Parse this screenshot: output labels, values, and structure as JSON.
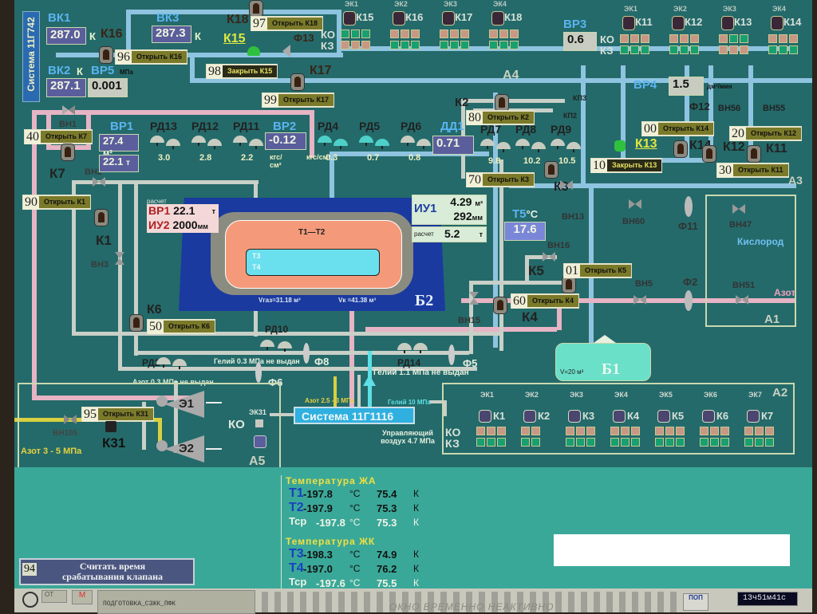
{
  "system_left": "Система 11Г742",
  "system_center": "Система 11Г1116",
  "sensors": {
    "vk1": {
      "label": "ВК1",
      "value": "287.0",
      "unit": "К"
    },
    "vk2": {
      "label": "ВК2",
      "value": "287.1",
      "unit": "К"
    },
    "vk3": {
      "label": "ВК3",
      "value": "287.3",
      "unit": "К"
    },
    "vr5": {
      "label": "ВР5",
      "value": "0.001",
      "unit": "МПа"
    },
    "vr3": {
      "label": "ВР3",
      "value": "0.6",
      "unit": "дм³/мин"
    },
    "vr4": {
      "label": "ВР4",
      "value": "1.5",
      "unit": "дм³/мин"
    },
    "vr1": {
      "label": "ВР1",
      "value_volume": "27.4",
      "unit_volume": "м³",
      "value_mass": "22.1",
      "unit_mass": "т"
    },
    "vr2": {
      "label": "ВР2",
      "value": "-0.12",
      "unit": "кгс/см²"
    },
    "dd1": {
      "label": "ДД1",
      "value": "0.71"
    },
    "t5": {
      "label": "Т5",
      "unit": "°С",
      "value": "17.6"
    }
  },
  "regulators_left": {
    "labels": [
      "РД13",
      "РД12",
      "РД11"
    ],
    "values": [
      "3.0",
      "2.8",
      "2.2"
    ],
    "unit": "кгс/см²"
  },
  "regulators_mid": {
    "labels": [
      "РД4",
      "РД5",
      "РД6"
    ],
    "values": [
      "0.3",
      "0.7",
      "0.8"
    ],
    "unit": "кгс/см²"
  },
  "regulators_right": {
    "labels": [
      "РД7",
      "РД8",
      "РД9"
    ],
    "values": [
      "9.8",
      "10.2",
      "10.5"
    ]
  },
  "tank_b2": {
    "name": "Б2",
    "calc_left_tag": "расчет",
    "vr1_label": "ВР1",
    "vr1_value": "22.1",
    "vr1_unit": "т",
    "iu2_label": "ИУ2",
    "iu2_value": "2000",
    "iu2_unit": "мм",
    "iu1_label": "ИУ1",
    "iu1_volume": "4.29",
    "iu1_volume_unit": "м³",
    "iu1_level": "292",
    "iu1_level_unit": "мм",
    "calc_right_tag": "расчет",
    "calc_right_value": "5.2",
    "calc_right_unit": "т",
    "t1t2": "Т1—Т2",
    "t3": "Т3",
    "t4": "Т4",
    "vgas": "Vгаз=31.18 м³",
    "vk": "Vк =41.38 м³"
  },
  "tank_b1": {
    "name": "Б1",
    "volume": "V=20 м³"
  },
  "commands": [
    {
      "num": "96",
      "action": "Открыть К16"
    },
    {
      "num": "97",
      "action": "Открыть К18"
    },
    {
      "num": "98",
      "action": "Закрыть К15"
    },
    {
      "num": "99",
      "action": "Открыть К17"
    },
    {
      "num": "40",
      "action": "Открыть К7"
    },
    {
      "num": "90",
      "action": "Открыть К1"
    },
    {
      "num": "80",
      "action": "Открыть К2"
    },
    {
      "num": "70",
      "action": "Открыть К3"
    },
    {
      "num": "00",
      "action": "Открыть К14"
    },
    {
      "num": "20",
      "action": "Открыть К12"
    },
    {
      "num": "10",
      "action": "Закрыть К13"
    },
    {
      "num": "30",
      "action": "Открыть К11"
    },
    {
      "num": "01",
      "action": "Открыть К5"
    },
    {
      "num": "60",
      "action": "Открыть К4"
    },
    {
      "num": "50",
      "action": "Открыть К6"
    },
    {
      "num": "95",
      "action": "Открыть К31"
    }
  ],
  "valve_labels": {
    "k16": "К16",
    "k18": "К18",
    "k15": "К15",
    "k17": "К17",
    "f13": "Ф13",
    "k7": "К7",
    "k1": "К1",
    "k6": "К6",
    "k2": "К2",
    "k3": "К3",
    "k4": "К4",
    "k5": "К5",
    "k13": "К13",
    "k14": "К14",
    "k12": "К12",
    "k11": "К11",
    "k31": "К31",
    "vn1": "ВН1",
    "vn2": "ВН2",
    "vn3": "ВН3",
    "vn13": "ВН13",
    "vn15": "ВН15",
    "vn16": "ВН16",
    "vn5": "ВН5",
    "vn60": "ВН60",
    "vn47": "ВН47",
    "vn51": "ВН51",
    "vn55": "ВН55",
    "vn56": "ВН56",
    "vn105": "ВН105",
    "f2": "Ф2",
    "f5": "Ф5",
    "f6": "Ф6",
    "f8": "Ф8",
    "f11": "Ф11",
    "f12": "Ф12",
    "rd2": "РД2",
    "rd10": "РД10",
    "rd14": "РД14",
    "kp2": "КП2",
    "kp3": "КП3",
    "e1": "Э1",
    "e2": "Э2"
  },
  "areas": {
    "a1": "А1",
    "a2": "А2",
    "a3": "А3",
    "a4": "А4",
    "a5": "А5"
  },
  "lines": {
    "oxygen": "Кислород",
    "nitrogen": "Азот",
    "helium_03": "Гелий 0.3 МПа не выдан",
    "helium_11": "Гелий 1.1 МПа не выдан",
    "nitrogen_03": "Азот 0.3 МПа не выдан",
    "nitrogen_25": "Азот 2.5 - 3 МПа",
    "helium_10": "Гелий 10 МПа",
    "control_air": "Управляющий воздух 4.7 МПа",
    "nitrogen_35": "Азот 3 - 5 МПа"
  },
  "ek_top_left": {
    "groups": [
      {
        "ek": "ЭК1",
        "k": "К15",
        "ko": [
          "g",
          "g",
          "g"
        ],
        "kz": [
          "p",
          "p",
          "p"
        ]
      },
      {
        "ek": "ЭК2",
        "k": "К16",
        "ko": [
          "p",
          "p",
          "p"
        ],
        "kz": [
          "g",
          "g",
          "g"
        ]
      },
      {
        "ek": "ЭК3",
        "k": "К17",
        "ko": [
          "p",
          "p",
          "p"
        ],
        "kz": [
          "g",
          "g",
          "g"
        ]
      },
      {
        "ek": "ЭК4",
        "k": "К18",
        "ko": [
          "p",
          "p",
          "p"
        ],
        "kz": [
          "g",
          "g",
          "g"
        ]
      }
    ]
  },
  "ek_top_right": {
    "groups": [
      {
        "ek": "ЭК1",
        "k": "К11",
        "ko": [
          "p",
          "p",
          "p"
        ],
        "kz": [
          "g",
          "g",
          "g"
        ]
      },
      {
        "ek": "ЭК2",
        "k": "К12",
        "ko": [
          "p",
          "p",
          "p"
        ],
        "kz": [
          "g",
          "g",
          "g"
        ]
      },
      {
        "ek": "ЭК3",
        "k": "К13",
        "ko": [
          "p",
          "g",
          "g"
        ],
        "kz": [
          "p",
          "p",
          "p"
        ]
      },
      {
        "ek": "ЭК4",
        "k": "К14",
        "ko": [
          "p",
          "p",
          "p"
        ],
        "kz": [
          "g",
          "g",
          "g"
        ]
      }
    ]
  },
  "ek_bottom": {
    "groups": [
      {
        "ek": "ЭК1",
        "k": "К1"
      },
      {
        "ek": "ЭК2",
        "k": "К2"
      },
      {
        "ek": "ЭК3",
        "k": "К3"
      },
      {
        "ek": "ЭК4",
        "k": "К4"
      },
      {
        "ek": "ЭК5",
        "k": "К5"
      },
      {
        "ek": "ЭК6",
        "k": "К6"
      },
      {
        "ek": "ЭК7",
        "k": "К7"
      }
    ]
  },
  "ek31": {
    "ek": "ЭК31",
    "ko": "КО"
  },
  "ko_label": "КО",
  "kz_label": "КЗ",
  "temperatures": {
    "ja_title": "Температура ЖА",
    "jk_title": "Температура ЖК",
    "rows_ja": [
      {
        "name": "Т1",
        "c": "-197.8",
        "k": "75.4"
      },
      {
        "name": "Т2",
        "c": "-197.9",
        "k": "75.3"
      },
      {
        "name": "Тср",
        "c": "-197.8",
        "k": "75.3"
      }
    ],
    "rows_jk": [
      {
        "name": "Т3",
        "c": "-198.3",
        "k": "74.9"
      },
      {
        "name": "Т4",
        "c": "-197.0",
        "k": "76.2"
      },
      {
        "name": "Тср",
        "c": "-197.6",
        "k": "75.5"
      }
    ],
    "unit_c": "°С",
    "unit_k": "К"
  },
  "read_valve_time": {
    "num": "94",
    "label": "Считать время срабатывания клапана"
  },
  "taskbar": {
    "mode_ot": "ОТ",
    "mode_m": "М",
    "status": "ПОДГОТОВКА_СЗЖК_ПФК",
    "center": "ОКНО ВРЕМЕННО НЕАКТИВНО",
    "btn_pop": "ПОП",
    "clock": "13ч51м41с"
  }
}
